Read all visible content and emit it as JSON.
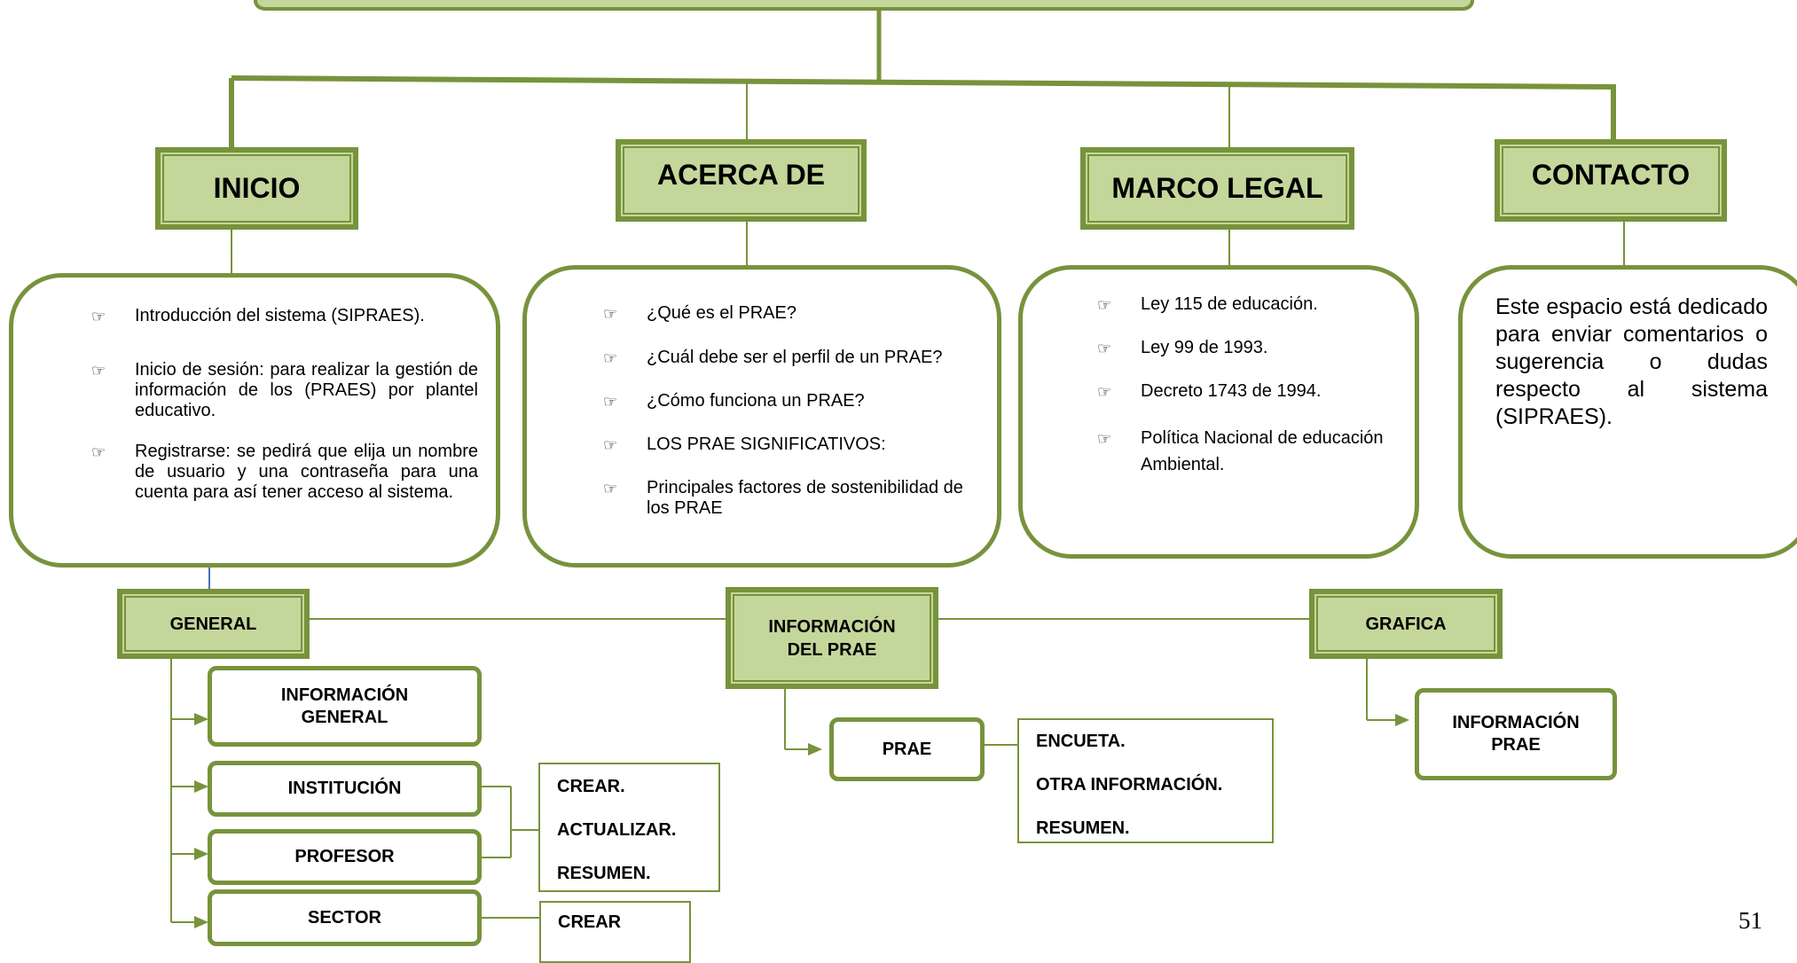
{
  "nav": {
    "inicio": "INICIO",
    "acerca": "ACERCA DE",
    "marco": "MARCO LEGAL",
    "contacto": "CONTACTO"
  },
  "inicio_items": [
    "Introducción del sistema (SIPRAES).",
    "Inicio de sesión: para realizar la gestión de información de los (PRAES) por plantel educativo.",
    "Registrarse: se pedirá que elija un nombre de usuario y una contraseña para una cuenta para así tener acceso al sistema."
  ],
  "acerca_items": [
    "¿Qué es el PRAE?",
    "¿Cuál debe ser el perfil de un PRAE?",
    "¿Cómo funciona un PRAE?",
    "LOS PRAE SIGNIFICATIVOS:",
    "Principales factores de sostenibilidad de los PRAE"
  ],
  "marco_items": [
    "Ley 115 de educación.",
    "Ley 99 de 1993.",
    "Decreto 1743 de 1994.",
    "Política Nacional de educación Ambiental."
  ],
  "contacto_text": "Este espacio está dedicado para enviar comentarios o sugerencia o dudas respecto al sistema (SIPRAES).",
  "sections": {
    "general": "GENERAL",
    "info_prae": "INFORMACIÓN DEL PRAE",
    "grafica": "GRAFICA"
  },
  "general_children": {
    "info_general": "INFORMACIÓN GENERAL",
    "institucion": "INSTITUCIÓN",
    "profesor": "PROFESOR",
    "sector": "SECTOR"
  },
  "crud_actions": [
    "CREAR.",
    "ACTUALIZAR.",
    "RESUMEN."
  ],
  "sector_actions": [
    "CREAR"
  ],
  "prae_child": "PRAE",
  "prae_actions": [
    "ENCUETA.",
    "OTRA INFORMACIÓN.",
    "RESUMEN."
  ],
  "grafica_child": "INFORMACIÓN PRAE",
  "page_number": "51",
  "colors": {
    "border": "#77933c",
    "fill": "#c4d79b"
  }
}
